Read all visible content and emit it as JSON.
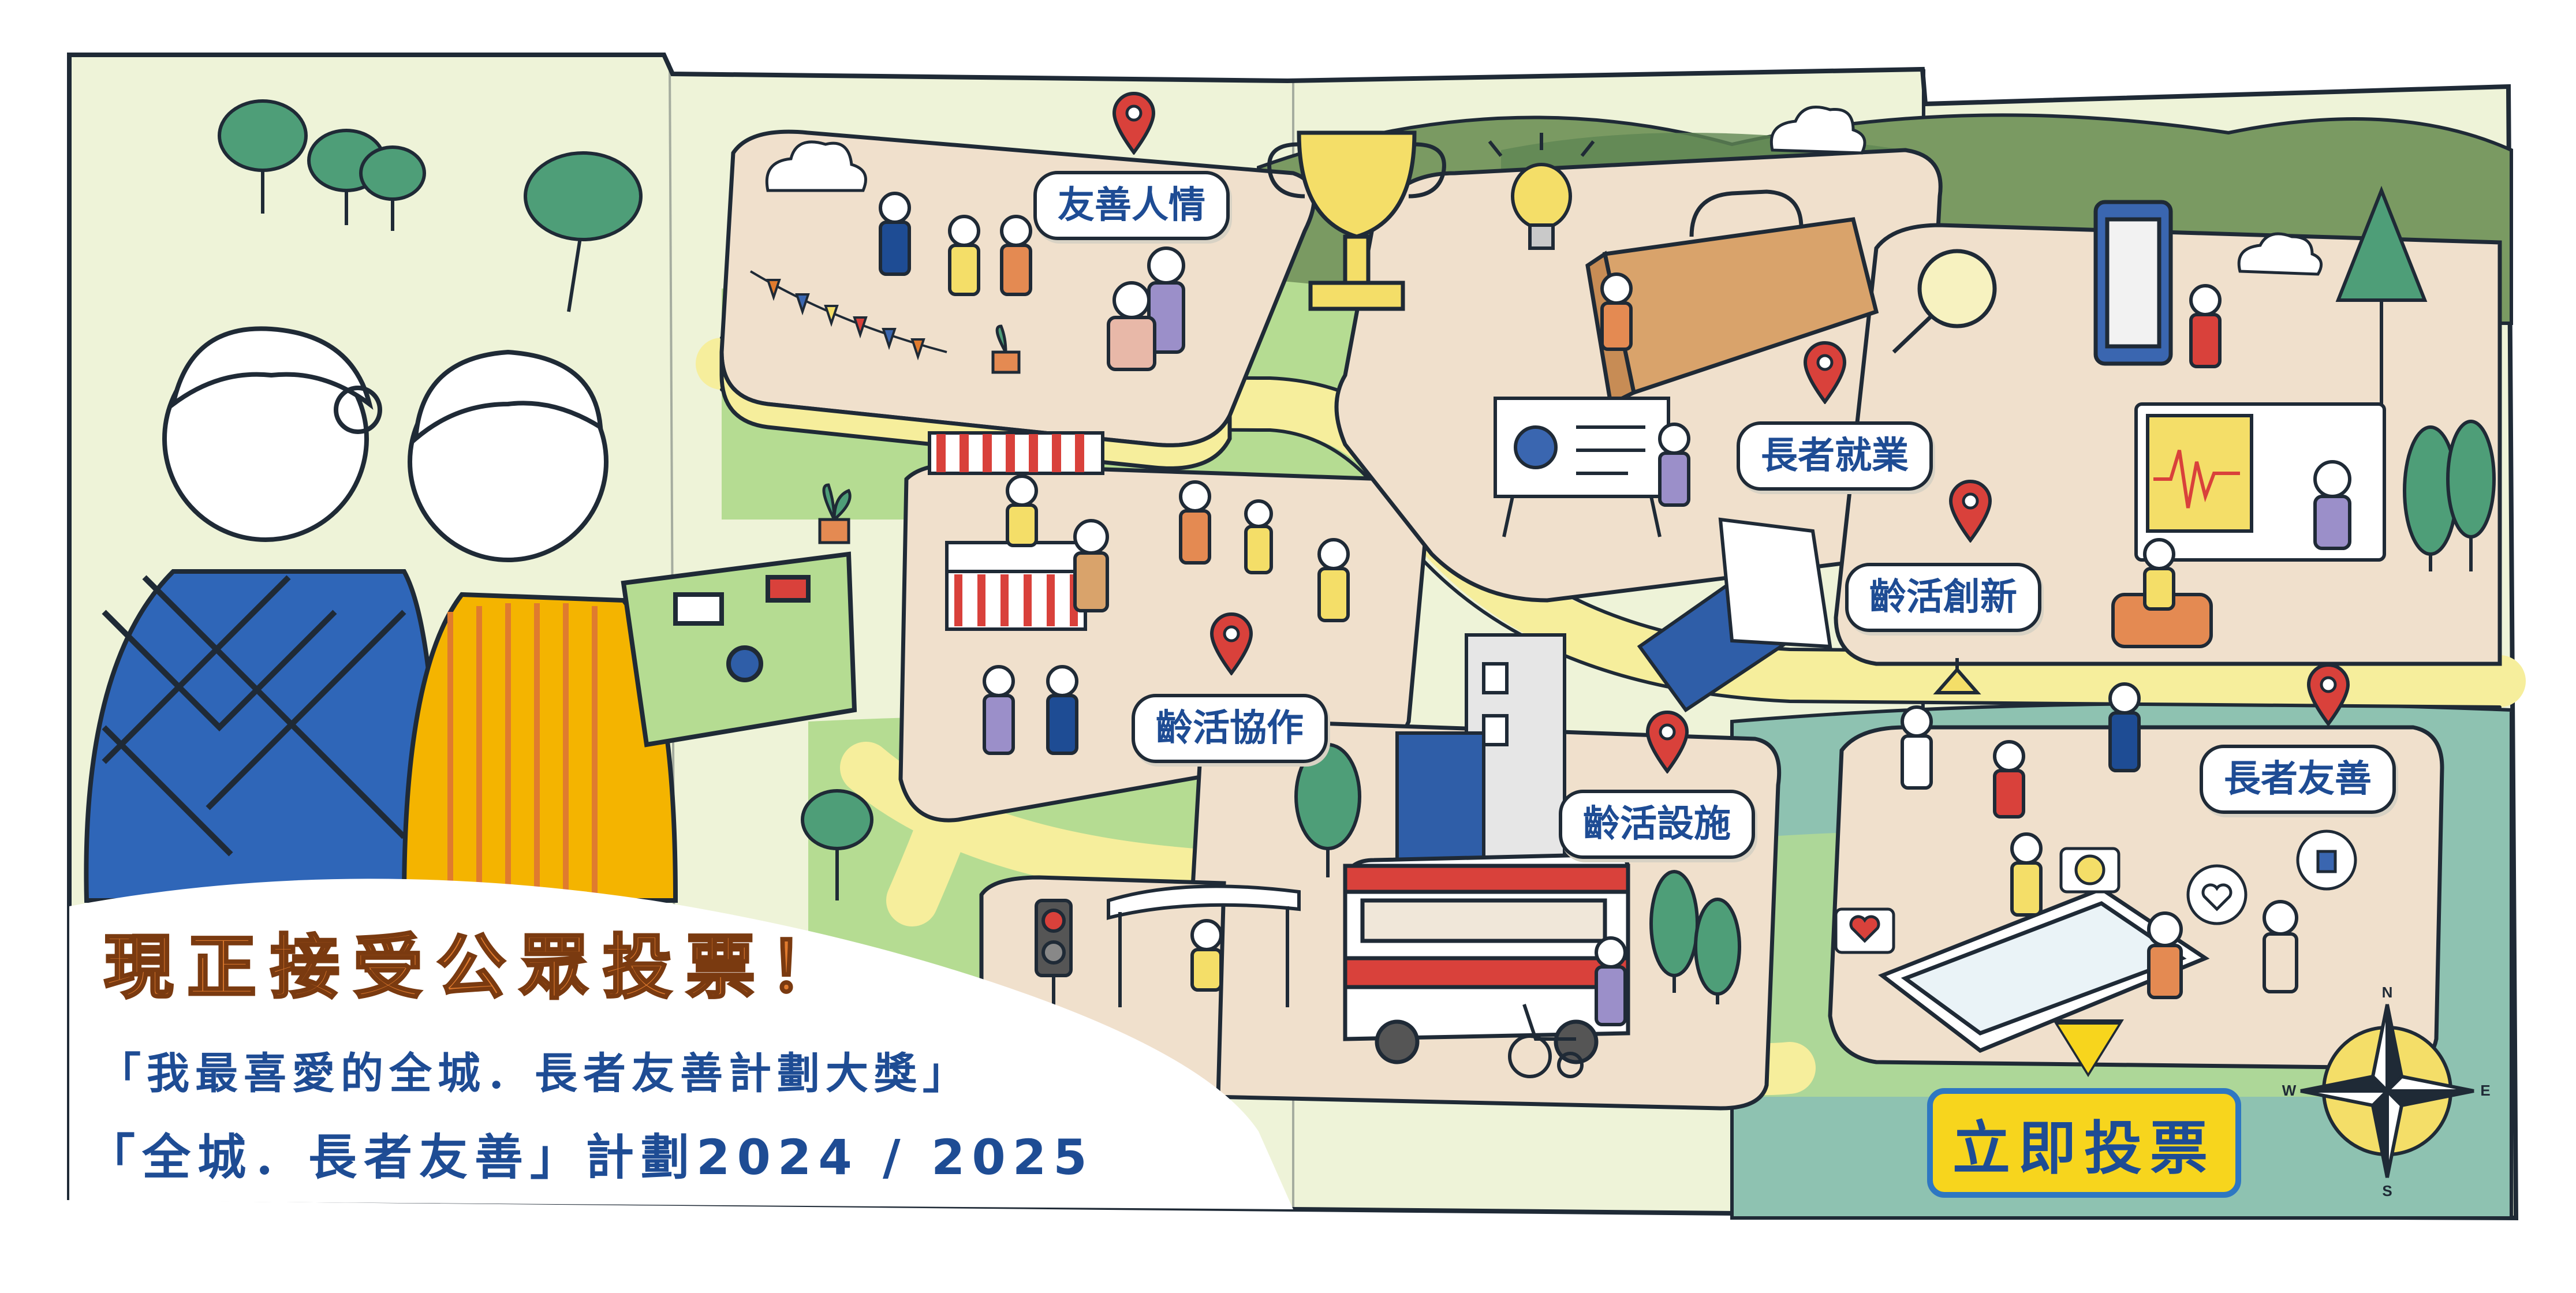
{
  "map_labels": {
    "friendly_care": "友善人情",
    "employment": "長者就業",
    "innovation": "齡活創新",
    "collaboration": "齡活協作",
    "facilities": "齡活設施",
    "elder_friendly": "長者友善"
  },
  "headline": "現正接受公眾投票！",
  "subtitle": "「我最喜愛的全城．長者友善計劃大獎」",
  "program_line": "「全城．長者友善」計劃2024 / 2025",
  "vote_button": "立即投票",
  "compass": {
    "n": "N",
    "s": "S",
    "e": "E",
    "w": "W"
  },
  "colors": {
    "accent_orange": "#e07b2e",
    "brand_blue": "#1e4c94",
    "button_yellow": "#f7d51d",
    "button_border": "#2e77c2",
    "pin_red": "#d9413b"
  },
  "icons": [
    "location-pin-icon",
    "trophy-icon",
    "lightbulb-icon",
    "briefcase-icon",
    "magnifier-icon",
    "compass-icon",
    "heart-icon",
    "thumbs-up-icon",
    "smile-icon",
    "traffic-light-icon"
  ]
}
